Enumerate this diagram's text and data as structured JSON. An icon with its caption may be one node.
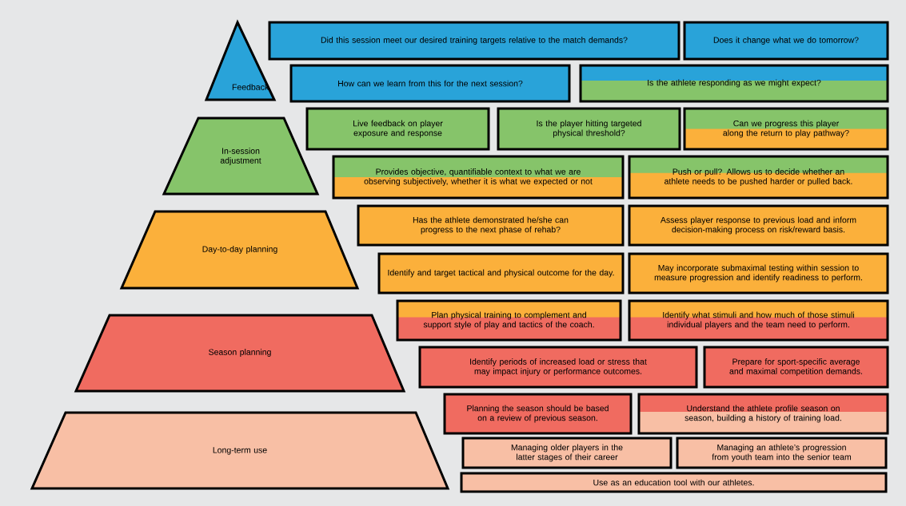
{
  "diagram": {
    "nodes": [
      {
        "text": [
          "Feedback"
        ]
      },
      {
        "text": [
          "In-session adjustment"
        ]
      },
      {
        "text": [
          "Day-to-day planning"
        ]
      },
      {
        "text": [
          "Season planning"
        ]
      },
      {
        "text": [
          "Long-term use"
        ]
      },
      {
        "text": [
          "Did this session meet our desired training targets relative to the match demands?"
        ]
      },
      {
        "text": [
          "Does it change what we do tomorrow?"
        ]
      },
      {
        "text": [
          "How can we learn from this for the next session?"
        ]
      },
      {
        "text": [
          "Is the athlete responding as we might expect?"
        ]
      },
      {
        "text": [
          "Live feedback on player exposure and response"
        ]
      },
      {
        "text": [
          "Is the player hitting targeted physical threshold?"
        ]
      },
      {
        "text": [
          "Can we progress this player along the return to play pathway?"
        ]
      },
      {
        "text": [
          "Provides objective, quantifiable context to what we are observing subjectively, whether it is what we expected or not"
        ]
      },
      {
        "text": [
          "Push or pull? Allows us to decide whether an athlete needs to be pushed harder or pulled back."
        ]
      },
      {
        "text": [
          "Has the athlete demonstrated he/she can progress to the next phase of rehab?"
        ]
      },
      {
        "text": [
          "Assess player response to previous load and inform decision-making process on risk/reward basis."
        ]
      },
      {
        "text": [
          "Identify and target tactical and physical outcome for the day."
        ]
      },
      {
        "text": [
          "May incorporate submaximal testing within session to measure progression and identify readiness to perform."
        ]
      },
      {
        "text": [
          "Plan physical training to complement and support style of play and tactics of the coach."
        ]
      },
      {
        "text": [
          "Identify what stimuli and how much of those stimuli individual players and the team need to perform."
        ]
      },
      {
        "text": [
          "Identify periods of increased load or stress that may impact injury or performance outcomes."
        ]
      },
      {
        "text": [
          "Prepare for sport-specific average and maximal competition demands."
        ]
      },
      {
        "text": [
          "Planning the season should be based on a review of previous season."
        ]
      },
      {
        "text": [
          "Understand the athlete profile season on season, building a history of training load."
        ]
      },
      {
        "text": [
          "Managing older players in the latter stages of their career"
        ]
      },
      {
        "text": [
          "Managing an athlete’s progression from youth team into the senior team"
        ]
      },
      {
        "text": [
          "Use as an education tool with our athletes."
        ]
      }
    ]
  }
}
